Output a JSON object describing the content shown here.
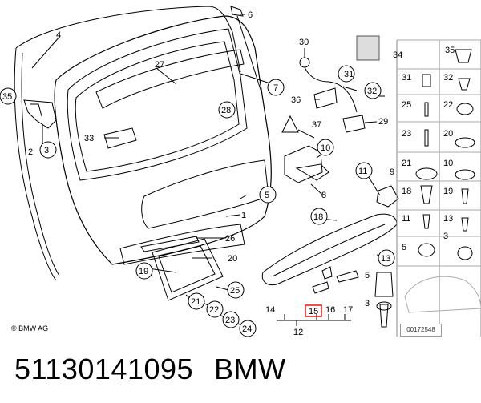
{
  "copyright": "© BMW AG",
  "drawing_ref": "00172548",
  "caption": {
    "part_number": "51130141095",
    "brand": "BMW"
  },
  "highlighted_callout": "15",
  "callouts": {
    "c1": "1",
    "c2": "2",
    "c3": "3",
    "c4": "4",
    "c5": "5",
    "c6": "6",
    "c7": "7",
    "c8": "8",
    "c9": "9",
    "c10": "10",
    "c11": "11",
    "c12": "12",
    "c13": "13",
    "c14": "14",
    "c15": "15",
    "c16": "16",
    "c17": "17",
    "c18": "18",
    "c19": "19",
    "c20": "20",
    "c21": "21",
    "c22": "22",
    "c23": "23",
    "c24": "24",
    "c25": "25",
    "c26": "26",
    "c27": "27",
    "c28": "28",
    "c29": "29",
    "c30": "30",
    "c31": "31",
    "c32": "32",
    "c33": "33",
    "c34": "34",
    "c35": "35",
    "c36": "36",
    "c37": "37",
    "r35": "35",
    "r32": "32",
    "r31": "31",
    "r25": "25",
    "r22": "22",
    "r23": "23",
    "r21": "21",
    "r20": "20",
    "r18": "18",
    "r19": "19",
    "r11": "11",
    "r13": "13",
    "r10": "10",
    "r5": "5",
    "r3": "3"
  }
}
